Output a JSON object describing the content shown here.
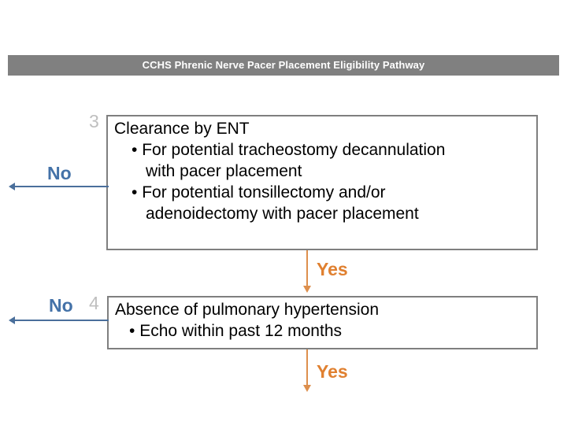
{
  "header": {
    "title": "CCHS Phrenic Nerve Pacer Placement Eligibility Pathway",
    "band_color": "#808080",
    "text_color": "#ffffff"
  },
  "colors": {
    "box_border": "#7f7f7f",
    "no_blue": "#4472a8",
    "no_arrow_blue": "#4a6f9b",
    "yes_orange": "#e08030",
    "yes_arrow_orange": "#dd8f4d",
    "step_number_gray": "#bfbfbf"
  },
  "steps": [
    {
      "number": "3",
      "heading": "Clearance by ENT",
      "bullets": [
        "For potential tracheostomy decannulation",
        "with pacer placement",
        "For potential tonsillectomy and/or",
        "adenoidectomy with pacer placement"
      ],
      "no_label": "No",
      "yes_label": "Yes"
    },
    {
      "number": "4",
      "heading": "Absence of pulmonary hypertension",
      "bullets": [
        "Echo within past 12 months"
      ],
      "no_label": "No",
      "yes_label": "Yes"
    }
  ]
}
